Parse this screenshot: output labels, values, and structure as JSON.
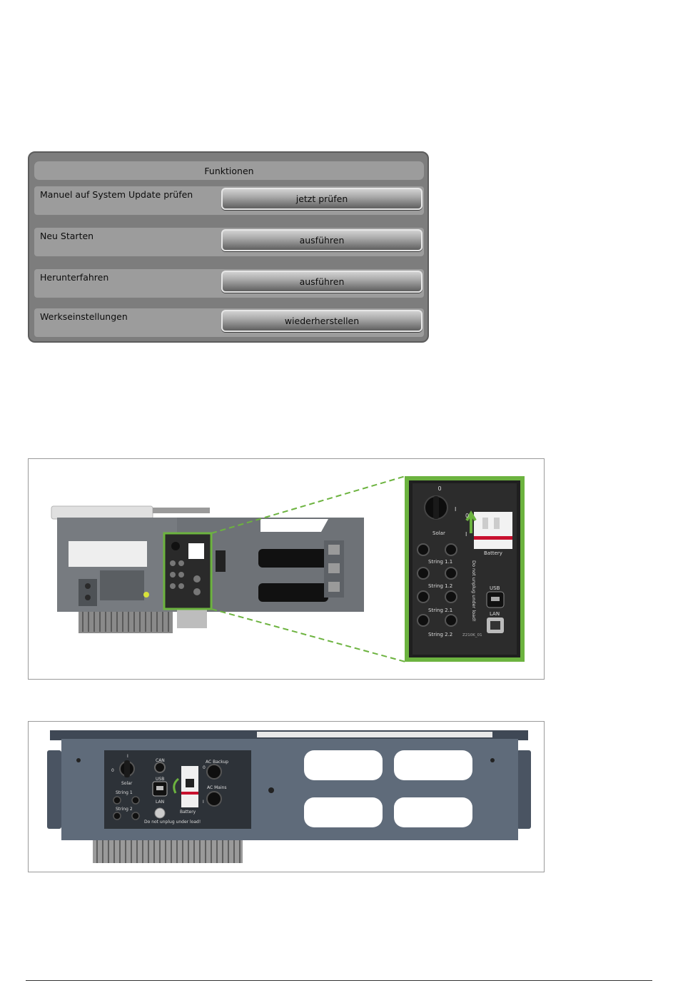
{
  "functions_panel": {
    "title": "Funktionen",
    "rows": [
      {
        "label": "Manuel auf System Update prüfen",
        "button": "jetzt prüfen"
      },
      {
        "label": "Neu Starten",
        "button": "ausführen"
      },
      {
        "label": "Herunterfahren",
        "button": "ausführen"
      },
      {
        "label": "Werkseinstellungen",
        "button": "wiederherstellen"
      }
    ]
  },
  "photo1_labels": {
    "solar_zero": "0",
    "solar_one": "I",
    "breaker_zero": "0",
    "breaker_one": "I",
    "solar": "Solar",
    "battery": "Battery",
    "string_1_1": "String 1.1",
    "string_1_2": "String 1.2",
    "string_2_1": "String 2.1",
    "string_2_2": "String 2.2",
    "warning": "Do not unplug under load!",
    "usb": "USB",
    "lan": "LAN",
    "serial": "Z210K_01"
  },
  "photo2_labels": {
    "can": "CAN",
    "usb": "USB",
    "lan": "LAN",
    "solar": "Solar",
    "solar_zero": "0",
    "solar_one": "I",
    "string_1": "String 1",
    "string_2": "String 2",
    "battery": "Battery",
    "breaker_zero": "0",
    "breaker_one": "I",
    "ac_backup": "AC Backup",
    "ac_mains": "AC Mains",
    "warning": "Do not unplug under load!"
  },
  "colors": {
    "highlight": "#6cb33f",
    "device_gray": "#6e7277",
    "device_blue_gray": "#5f6b7a",
    "breaker_red": "#c8102e"
  }
}
